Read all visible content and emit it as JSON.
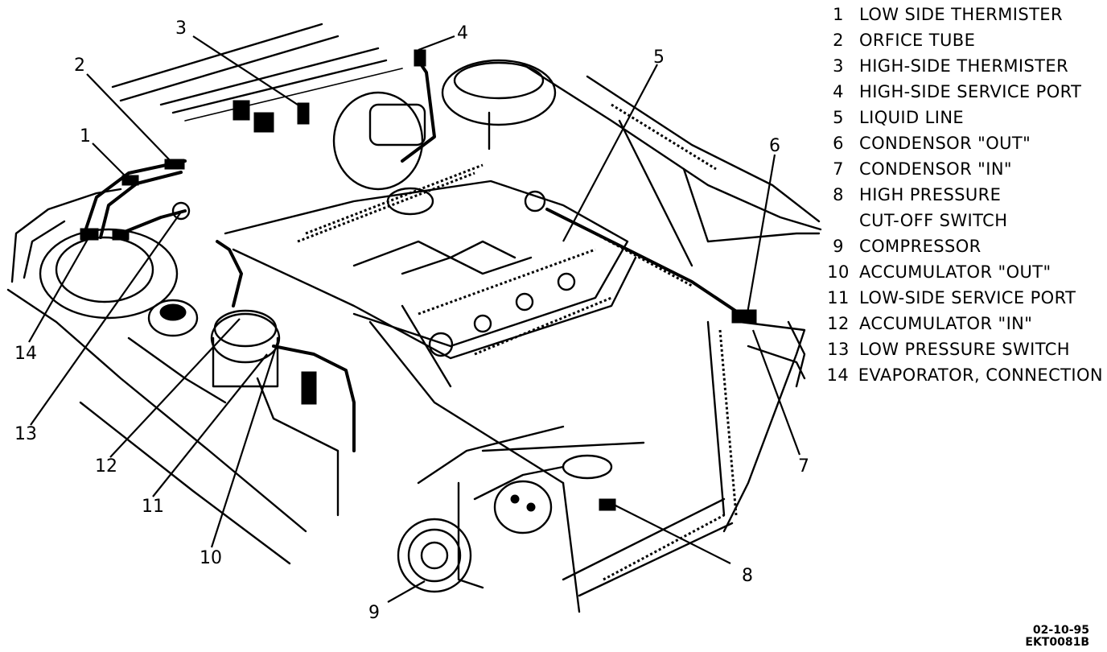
{
  "callouts": [
    {
      "num": "1"
    },
    {
      "num": "2"
    },
    {
      "num": "3"
    },
    {
      "num": "4"
    },
    {
      "num": "5"
    },
    {
      "num": "6"
    },
    {
      "num": "7"
    },
    {
      "num": "8"
    },
    {
      "num": "9"
    },
    {
      "num": "10"
    },
    {
      "num": "11"
    },
    {
      "num": "12"
    },
    {
      "num": "13"
    },
    {
      "num": "14"
    }
  ],
  "legend": [
    {
      "num": "1",
      "text": "LOW SIDE THERMISTER"
    },
    {
      "num": "2",
      "text": "ORFICE TUBE"
    },
    {
      "num": "3",
      "text": "HIGH-SIDE THERMISTER"
    },
    {
      "num": "4",
      "text": "HIGH-SIDE SERVICE PORT"
    },
    {
      "num": "5",
      "text": "LIQUID LINE"
    },
    {
      "num": "6",
      "text": "CONDENSOR \"OUT\""
    },
    {
      "num": "7",
      "text": "CONDENSOR \"IN\""
    },
    {
      "num": "8",
      "text": "HIGH PRESSURE",
      "continuation": "CUT-OFF SWITCH"
    },
    {
      "num": "9",
      "text": "COMPRESSOR"
    },
    {
      "num": "10",
      "text": "ACCUMULATOR \"OUT\""
    },
    {
      "num": "11",
      "text": "LOW-SIDE SERVICE PORT"
    },
    {
      "num": "12",
      "text": "ACCUMULATOR \"IN\""
    },
    {
      "num": "13",
      "text": "LOW PRESSURE SWITCH"
    },
    {
      "num": "14",
      "text": "EVAPORATOR, CONNECTION"
    }
  ],
  "footer": {
    "date": "02-10-95",
    "code": "EKT0081B"
  }
}
